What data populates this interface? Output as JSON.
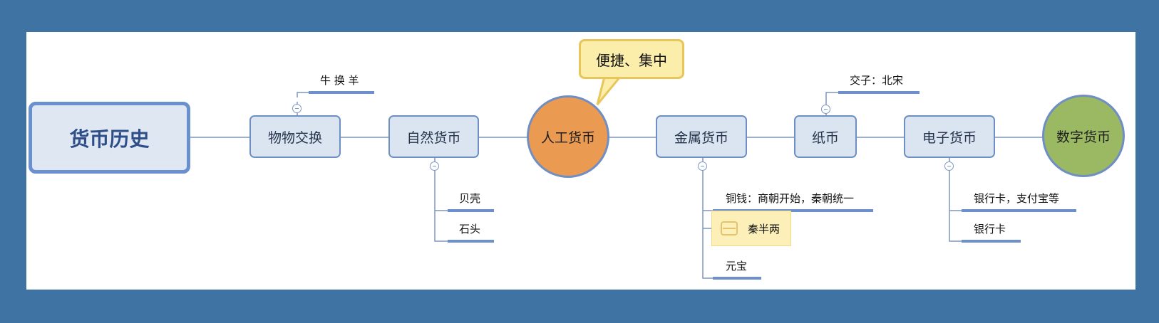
{
  "mindmap": {
    "root": "货币历史",
    "stages": {
      "barter": "物物交换",
      "natural": "自然货币",
      "artificial": "人工货币",
      "metal": "金属货币",
      "paper": "纸币",
      "electronic": "电子货币",
      "digital": "数字货币"
    },
    "callout": "便捷、集中",
    "barter_children": [
      "牛 换 羊"
    ],
    "natural_children": [
      "贝壳",
      "石头"
    ],
    "metal_children": [
      "铜钱：商朝开始，秦朝统一",
      "秦半两",
      "元宝"
    ],
    "paper_children": [
      "交子：北宋"
    ],
    "electronic_children": [
      "银行卡，支付宝等",
      "银行卡"
    ]
  },
  "colors": {
    "background": "#3f73a4",
    "node_fill": "#dbe5f2",
    "node_border": "#6e8fc2",
    "leaf_underline": "#6d8fcb",
    "artificial_fill": "#eb9a52",
    "digital_fill": "#9bb863",
    "callout_fill": "#fbedaa",
    "callout_border": "#e8c65a"
  },
  "icons": {
    "collapse": "collapse-toggle-icon",
    "note": "note-card-icon"
  }
}
